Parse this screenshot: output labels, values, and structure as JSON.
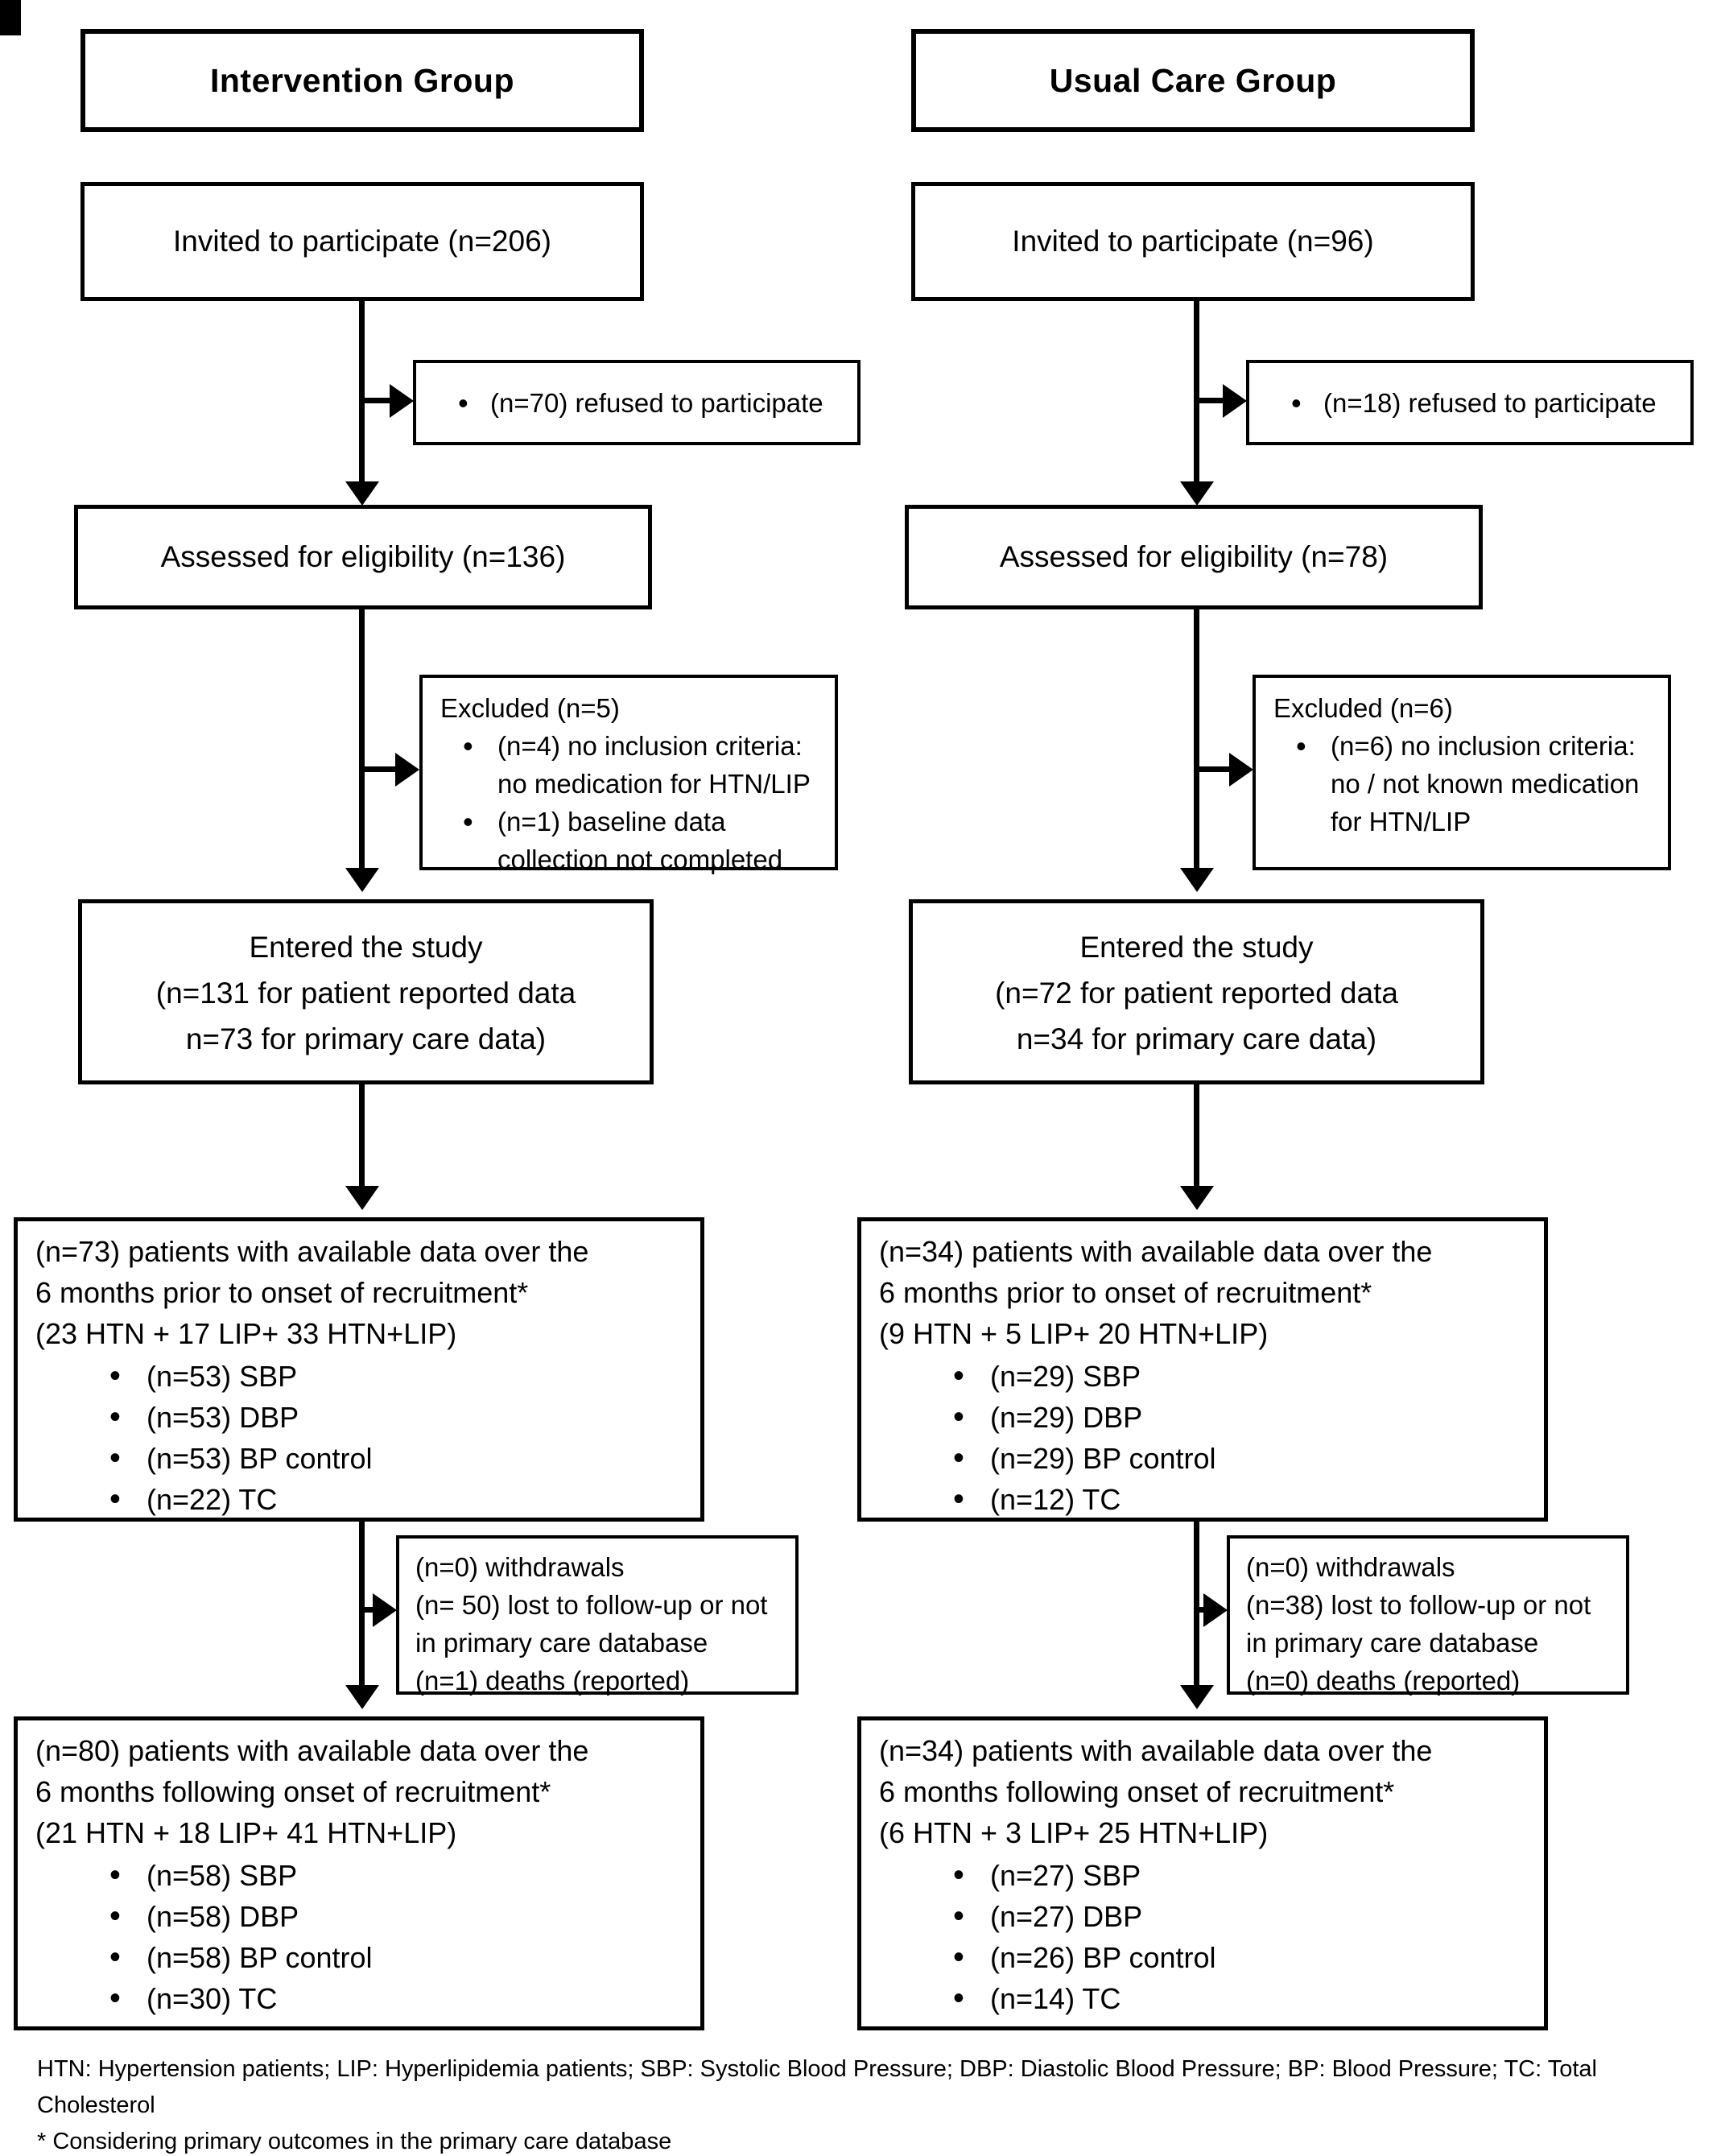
{
  "figure": {
    "colors": {
      "line": "#000000",
      "background": "#ffffff",
      "text": "#000000"
    },
    "columns": [
      {
        "id": "intervention",
        "header": "Intervention Group",
        "invited": "Invited to participate (n=206)",
        "refused": "(n=70) refused to participate",
        "assessed": "Assessed for eligibility (n=136)",
        "excluded": {
          "title": "Excluded (n=5)",
          "items": [
            "(n=4) no inclusion criteria: no medication for HTN/LIP",
            "(n=1) baseline data collection not completed"
          ]
        },
        "entered": {
          "lines": [
            "Entered the study",
            "(n=131 for patient reported data",
            "n=73 for primary care data)"
          ]
        },
        "pre_period": {
          "lines": [
            "(n=73) patients with available data over the",
            "6 months prior to onset of recruitment*",
            "(23 HTN + 17 LIP+ 33 HTN+LIP)"
          ],
          "items": [
            "(n=53) SBP",
            "(n=53) DBP",
            "(n=53) BP control",
            "(n=22) TC"
          ]
        },
        "attrition": {
          "lines": [
            "(n=0) withdrawals",
            "(n= 50) lost to follow-up or not in primary care database",
            "(n=1) deaths (reported)"
          ]
        },
        "post_period": {
          "lines": [
            "(n=80) patients with available data over the",
            "6 months following onset of recruitment*",
            "(21 HTN + 18 LIP+ 41 HTN+LIP)"
          ],
          "items": [
            "(n=58) SBP",
            "(n=58) DBP",
            "(n=58) BP control",
            "(n=30) TC"
          ]
        }
      },
      {
        "id": "usual-care",
        "header": "Usual Care Group",
        "invited": "Invited to participate (n=96)",
        "refused": "(n=18) refused to participate",
        "assessed": "Assessed for eligibility (n=78)",
        "excluded": {
          "title": "Excluded (n=6)",
          "items": [
            "(n=6) no inclusion criteria: no / not known medication for HTN/LIP"
          ]
        },
        "entered": {
          "lines": [
            "Entered the study",
            "(n=72 for patient reported data",
            "n=34 for primary care data)"
          ]
        },
        "pre_period": {
          "lines": [
            "(n=34) patients with available data over the",
            "6 months prior to onset of recruitment*",
            "(9 HTN + 5 LIP+ 20 HTN+LIP)"
          ],
          "items": [
            "(n=29) SBP",
            "(n=29) DBP",
            "(n=29) BP control",
            "(n=12) TC"
          ]
        },
        "attrition": {
          "lines": [
            "(n=0) withdrawals",
            "(n=38) lost to follow-up or not in primary care database",
            "(n=0) deaths (reported)"
          ]
        },
        "post_period": {
          "lines": [
            "(n=34) patients with available data over the",
            "6 months following onset of recruitment*",
            "(6 HTN + 3 LIP+ 25 HTN+LIP)"
          ],
          "items": [
            "(n=27) SBP",
            "(n=27) DBP",
            "(n=26) BP control",
            "(n=14) TC"
          ]
        }
      }
    ],
    "footnotes": {
      "abbreviations": "HTN: Hypertension patients; LIP: Hyperlipidemia patients; SBP: Systolic Blood Pressure; DBP: Diastolic Blood Pressure; BP: Blood Pressure; TC: Total Cholesterol",
      "asterisk": "* Considering primary outcomes in the primary care database"
    }
  }
}
